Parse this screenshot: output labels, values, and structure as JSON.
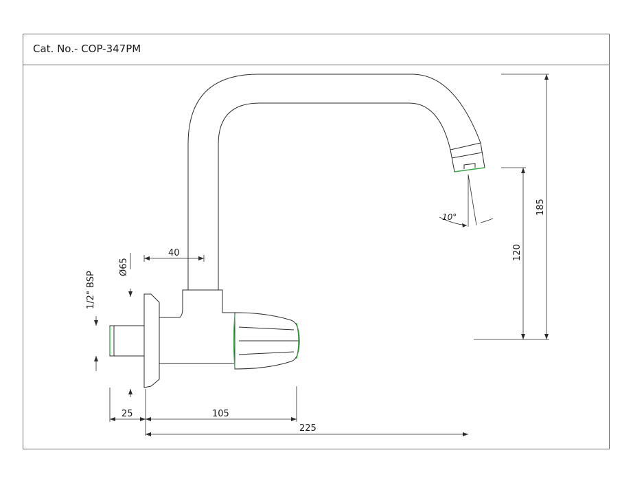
{
  "header": {
    "title": "Cat. No.- COP-347PM"
  },
  "dimensions": {
    "d40": "40",
    "d65": "Ø65",
    "thread": "1/2\" BSP",
    "d25": "25",
    "d105": "105",
    "d225": "225",
    "d185": "185",
    "d120": "120",
    "angle": "10°"
  },
  "colors": {
    "line": "#2b2b2b",
    "accent": "#3aa84a",
    "frame": "#6b6b6b"
  }
}
